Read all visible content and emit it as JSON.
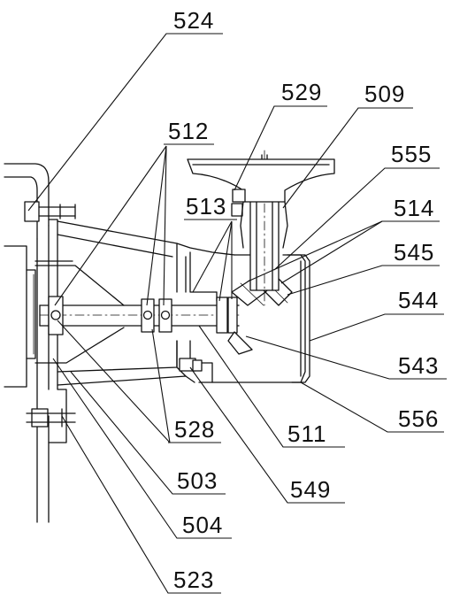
{
  "callouts": [
    {
      "id": "524",
      "text": "524"
    },
    {
      "id": "529",
      "text": "529"
    },
    {
      "id": "509",
      "text": "509"
    },
    {
      "id": "512",
      "text": "512"
    },
    {
      "id": "555",
      "text": "555"
    },
    {
      "id": "513",
      "text": "513"
    },
    {
      "id": "514",
      "text": "514"
    },
    {
      "id": "545",
      "text": "545"
    },
    {
      "id": "544",
      "text": "544"
    },
    {
      "id": "543",
      "text": "543"
    },
    {
      "id": "556",
      "text": "556"
    },
    {
      "id": "528",
      "text": "528"
    },
    {
      "id": "511",
      "text": "511"
    },
    {
      "id": "503",
      "text": "503"
    },
    {
      "id": "549",
      "text": "549"
    },
    {
      "id": "504",
      "text": "504"
    },
    {
      "id": "523",
      "text": "523"
    }
  ]
}
